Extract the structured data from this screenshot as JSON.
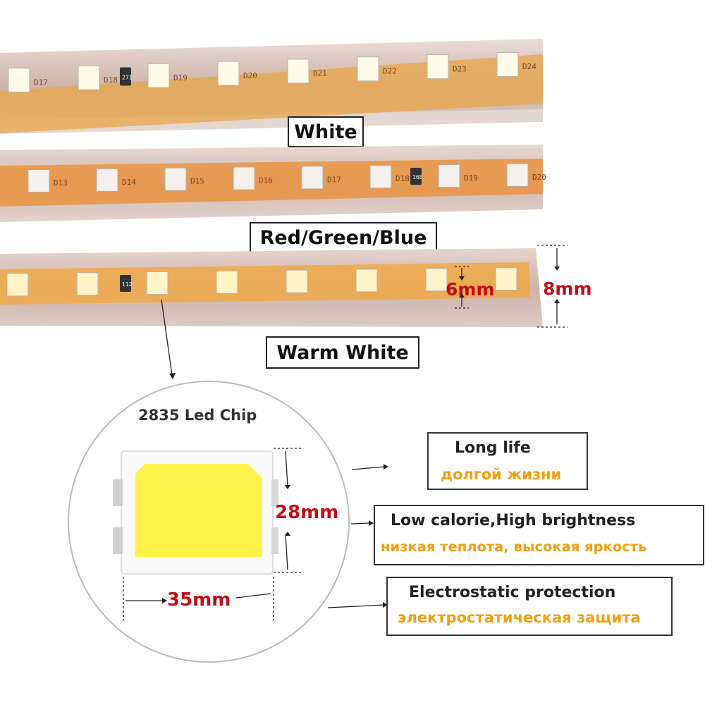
{
  "strips": [
    {
      "label": "White",
      "led_color": "#fffbe8"
    },
    {
      "label": "Red/Green/Blue",
      "led_color": "#f3f0ee"
    },
    {
      "label": "Warm White",
      "led_color": "#fff3c8"
    }
  ],
  "strip_marks": {
    "white": [
      "D17",
      "D18",
      "D19",
      "D20",
      "D21",
      "D22",
      "D23",
      "D24"
    ],
    "rgb": [
      "D13",
      "D14",
      "D15",
      "D16",
      "D17",
      "D18",
      "D19",
      "D20"
    ],
    "white_resistor": "271",
    "rgb_resistor": "16E",
    "warm_resistor": "112"
  },
  "dimensions": {
    "inner": "6mm",
    "outer": "8mm"
  },
  "chip": {
    "title": "2835 Led Chip",
    "height": "28mm",
    "width": "35mm",
    "chip_color": "#fff34a"
  },
  "features": [
    {
      "en": "Long life",
      "ru": "долгой жизни"
    },
    {
      "en": "Low calorie,High brightness",
      "ru": "низкая теплота, высокая яркость"
    },
    {
      "en": "Electrostatic protection",
      "ru": "электростатическая защита"
    }
  ],
  "colors": {
    "accent_red": "#c0101a",
    "russian_text": "#f2a012"
  }
}
